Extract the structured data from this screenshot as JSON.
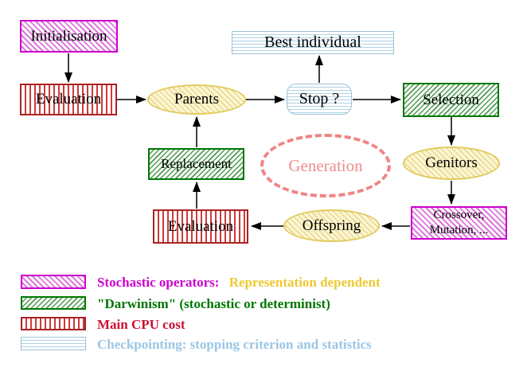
{
  "diagram": {
    "nodes": {
      "initialisation": {
        "label": "Initialisation"
      },
      "evaluation_top": {
        "label": "Evaluation"
      },
      "parents": {
        "label": "Parents"
      },
      "best_individual": {
        "label": "Best individual"
      },
      "stop": {
        "label": "Stop ?"
      },
      "selection": {
        "label": "Selection"
      },
      "replacement": {
        "label": "Replacement"
      },
      "generation": {
        "label": "Generation"
      },
      "genitors": {
        "label": "Genitors"
      },
      "evaluation_bottom": {
        "label": "Evaluation"
      },
      "crossover": {
        "line1": "Crossover,",
        "line2": "Mutation, ..."
      },
      "offspring": {
        "label": "Offspring"
      }
    },
    "legend": {
      "row1": {
        "part1": "Stochastic operators:",
        "part2": "Representation dependent"
      },
      "row2": {
        "label": "\"Darwinism\" (stochastic or determinist)"
      },
      "row3": {
        "label": "Main CPU cost"
      },
      "row4": {
        "label": "Checkpointing: stopping criterion and statistics"
      }
    },
    "colors": {
      "magenta": "#cc00cc",
      "green": "#007700",
      "red": "#bb2222",
      "cyan_border": "#9cc2d8",
      "yellow_border": "#e2cb5e",
      "salmon": "#f08484",
      "legend_gold_text": "#eec832",
      "legend_red_text": "#cc1133",
      "legend_blue_text": "#9cc6e4",
      "arrow": "#000000"
    }
  }
}
